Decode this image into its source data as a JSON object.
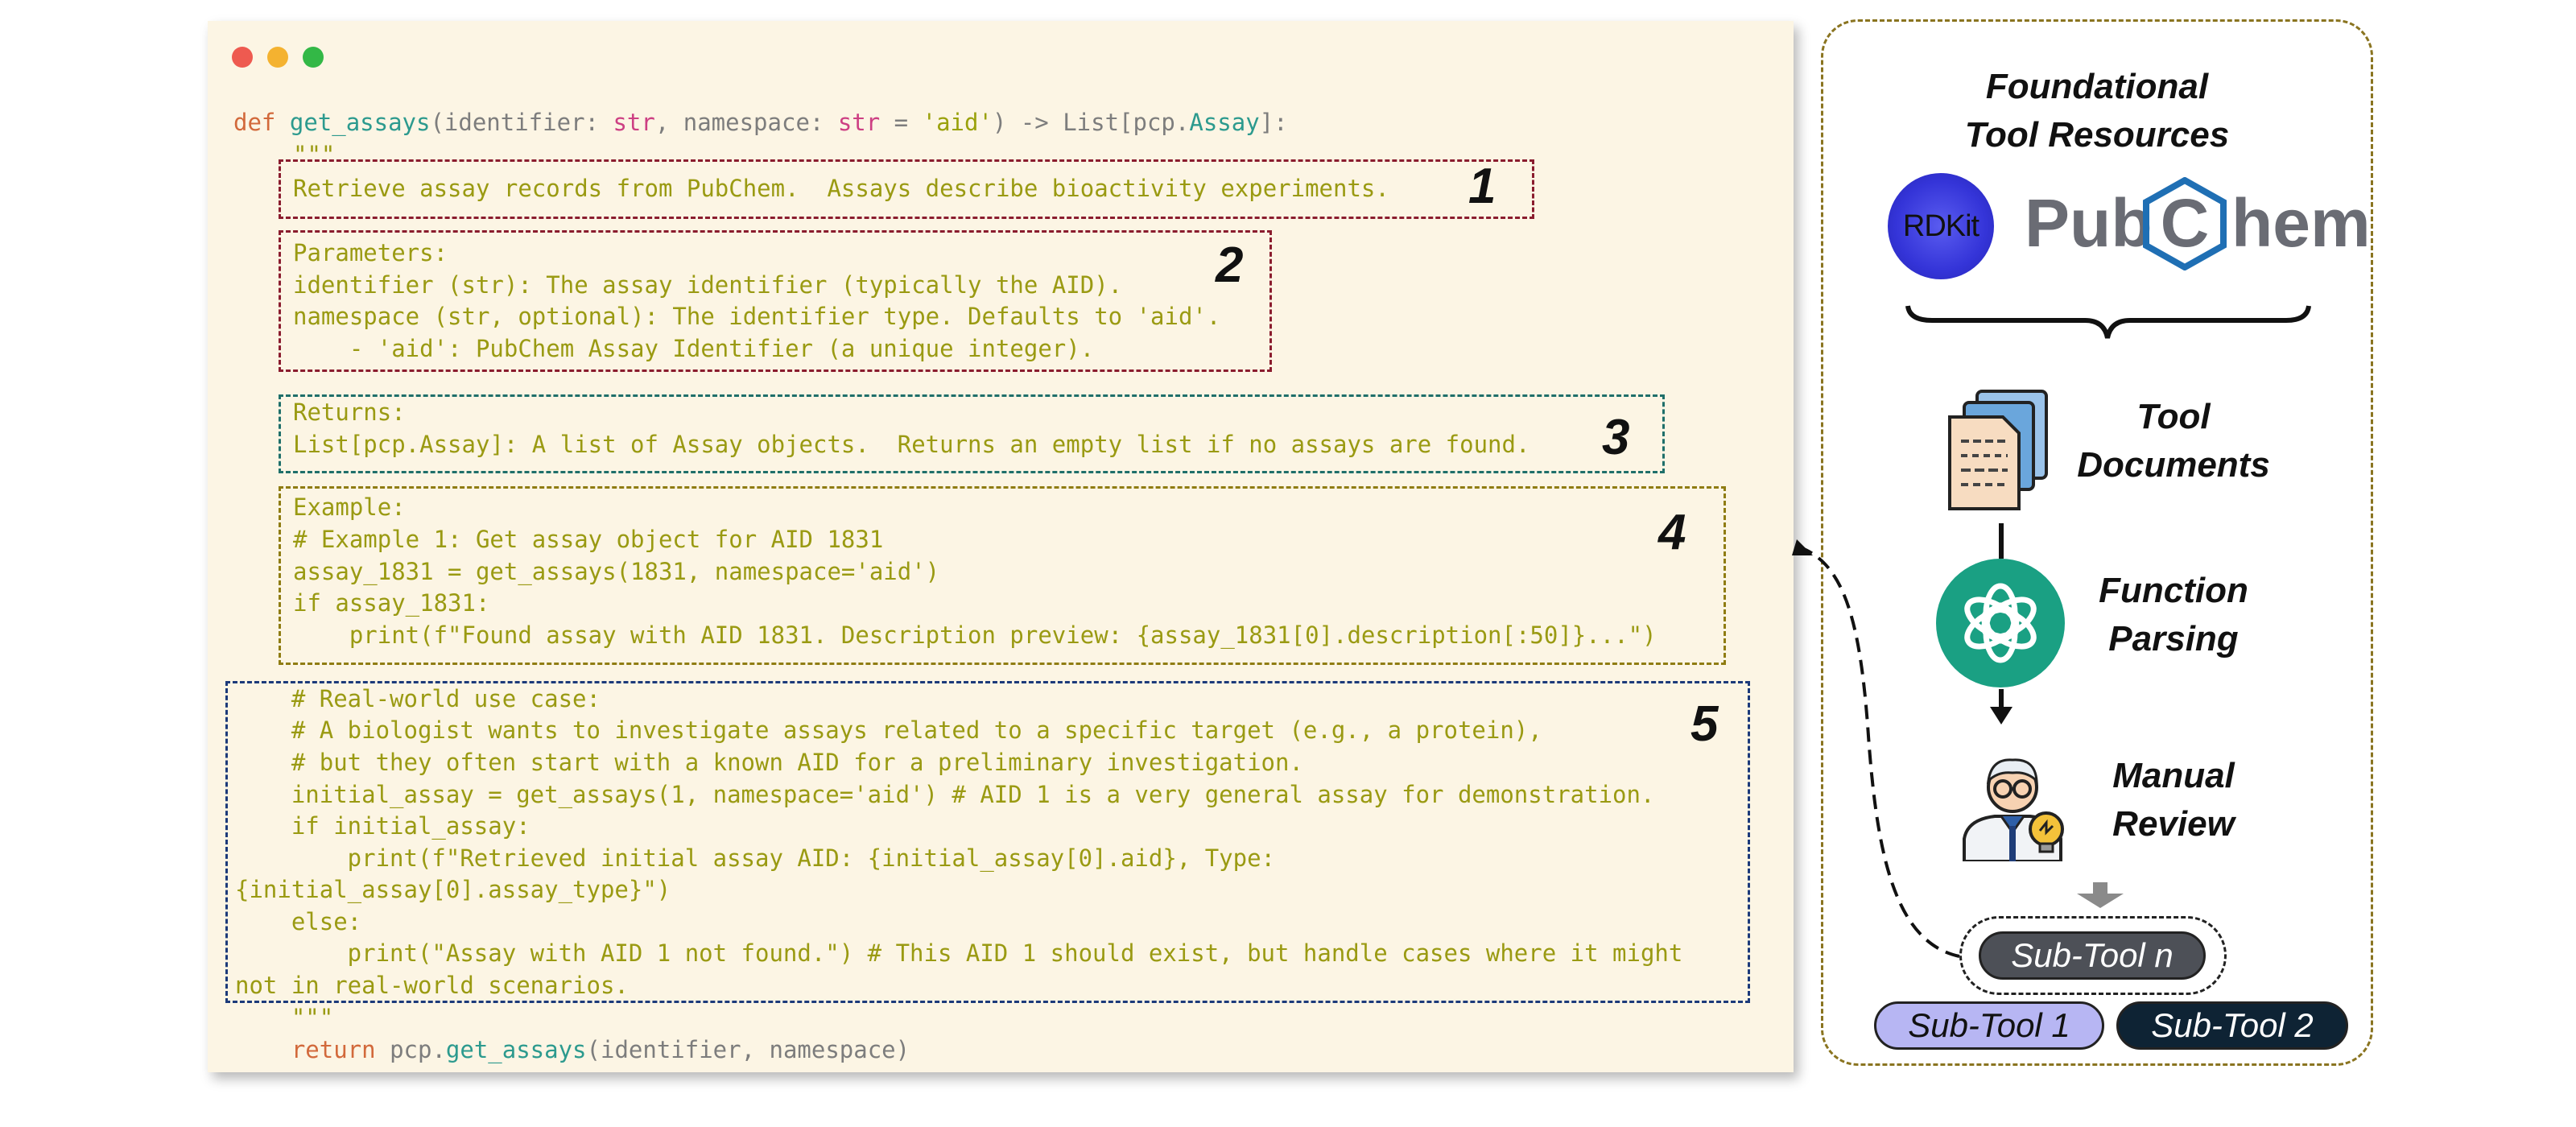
{
  "code_panel": {
    "lines": {
      "def_kw": "def",
      "def_name": "get_assays",
      "def_p1": "(identifier: ",
      "def_str1": "str",
      "def_p2": ", namespace: ",
      "def_str2": "str",
      "def_eq": " = ",
      "def_aid": "'aid'",
      "def_arrow": ") -> List[pcp.",
      "def_assay": "Assay",
      "def_end": "]:",
      "docopen": "\"\"\"",
      "l1": "Retrieve assay records from PubChem.  Assays describe bioactivity experiments.",
      "l2": "Parameters:",
      "l3": "identifier (str): The assay identifier (typically the AID).",
      "l4": "namespace (str, optional): The identifier type. Defaults to 'aid'.",
      "l5": "    - 'aid': PubChem Assay Identifier (a unique integer).",
      "l6": "Returns:",
      "l7": "List[pcp.Assay]: A list of Assay objects.  Returns an empty list if no assays are found.",
      "l8": "Example:",
      "l9": "# Example 1: Get assay object for AID 1831",
      "l10": "assay_1831 = get_assays(1831, namespace='aid')",
      "l11": "if assay_1831:",
      "l12": "    print(f\"Found assay with AID 1831. Description preview: {assay_1831[0].description[:50]}...\")",
      "l13": "    # Real-world use case:",
      "l14": "    # A biologist wants to investigate assays related to a specific target (e.g., a protein),",
      "l15": "    # but they often start with a known AID for a preliminary investigation.",
      "l16": "    initial_assay = get_assays(1, namespace='aid') # AID 1 is a very general assay for demonstration.",
      "l17": "    if initial_assay:",
      "l18": "        print(f\"Retrieved initial assay AID: {initial_assay[0].aid}, Type:",
      "l19": "{initial_assay[0].assay_type}\")",
      "l20": "    else:",
      "l21": "        print(\"Assay with AID 1 not found.\") # This AID 1 should exist, but handle cases where it might",
      "l22": "not in real-world scenarios.",
      "docclose": "    \"\"\"",
      "ret_kw": "    return",
      "ret_pcp": " pcp.",
      "ret_fn": "get_assays",
      "ret_args": "(identifier, namespace)"
    },
    "box_numbers": [
      "1",
      "2",
      "3",
      "4",
      "5"
    ]
  },
  "right_panel": {
    "title": [
      "Foundational",
      "Tool Resources"
    ],
    "rdkit_label": "RDKit",
    "pubchem": {
      "pre": "Pub",
      "c": "C",
      "post": "hem"
    },
    "tool_documents": [
      "Tool",
      "Documents"
    ],
    "function_parsing": [
      "Function",
      "Parsing"
    ],
    "manual_review": [
      "Manual",
      "Review"
    ],
    "subtools": {
      "n": "Sub-Tool n",
      "one": "Sub-Tool 1",
      "two": "Sub-Tool 2"
    }
  },
  "colors": {
    "code_bg": "#fcf5e4",
    "docstring": "#9a9a12",
    "box1_2": "#8a1c2e",
    "box3": "#1f6f6a",
    "box4": "#8f7c12",
    "box5": "#1c3a7a",
    "openai_green": "#1aa083",
    "subtool1": "#b7b6f3",
    "subtool2": "#0e2334",
    "subtooln": "#4d5057"
  }
}
